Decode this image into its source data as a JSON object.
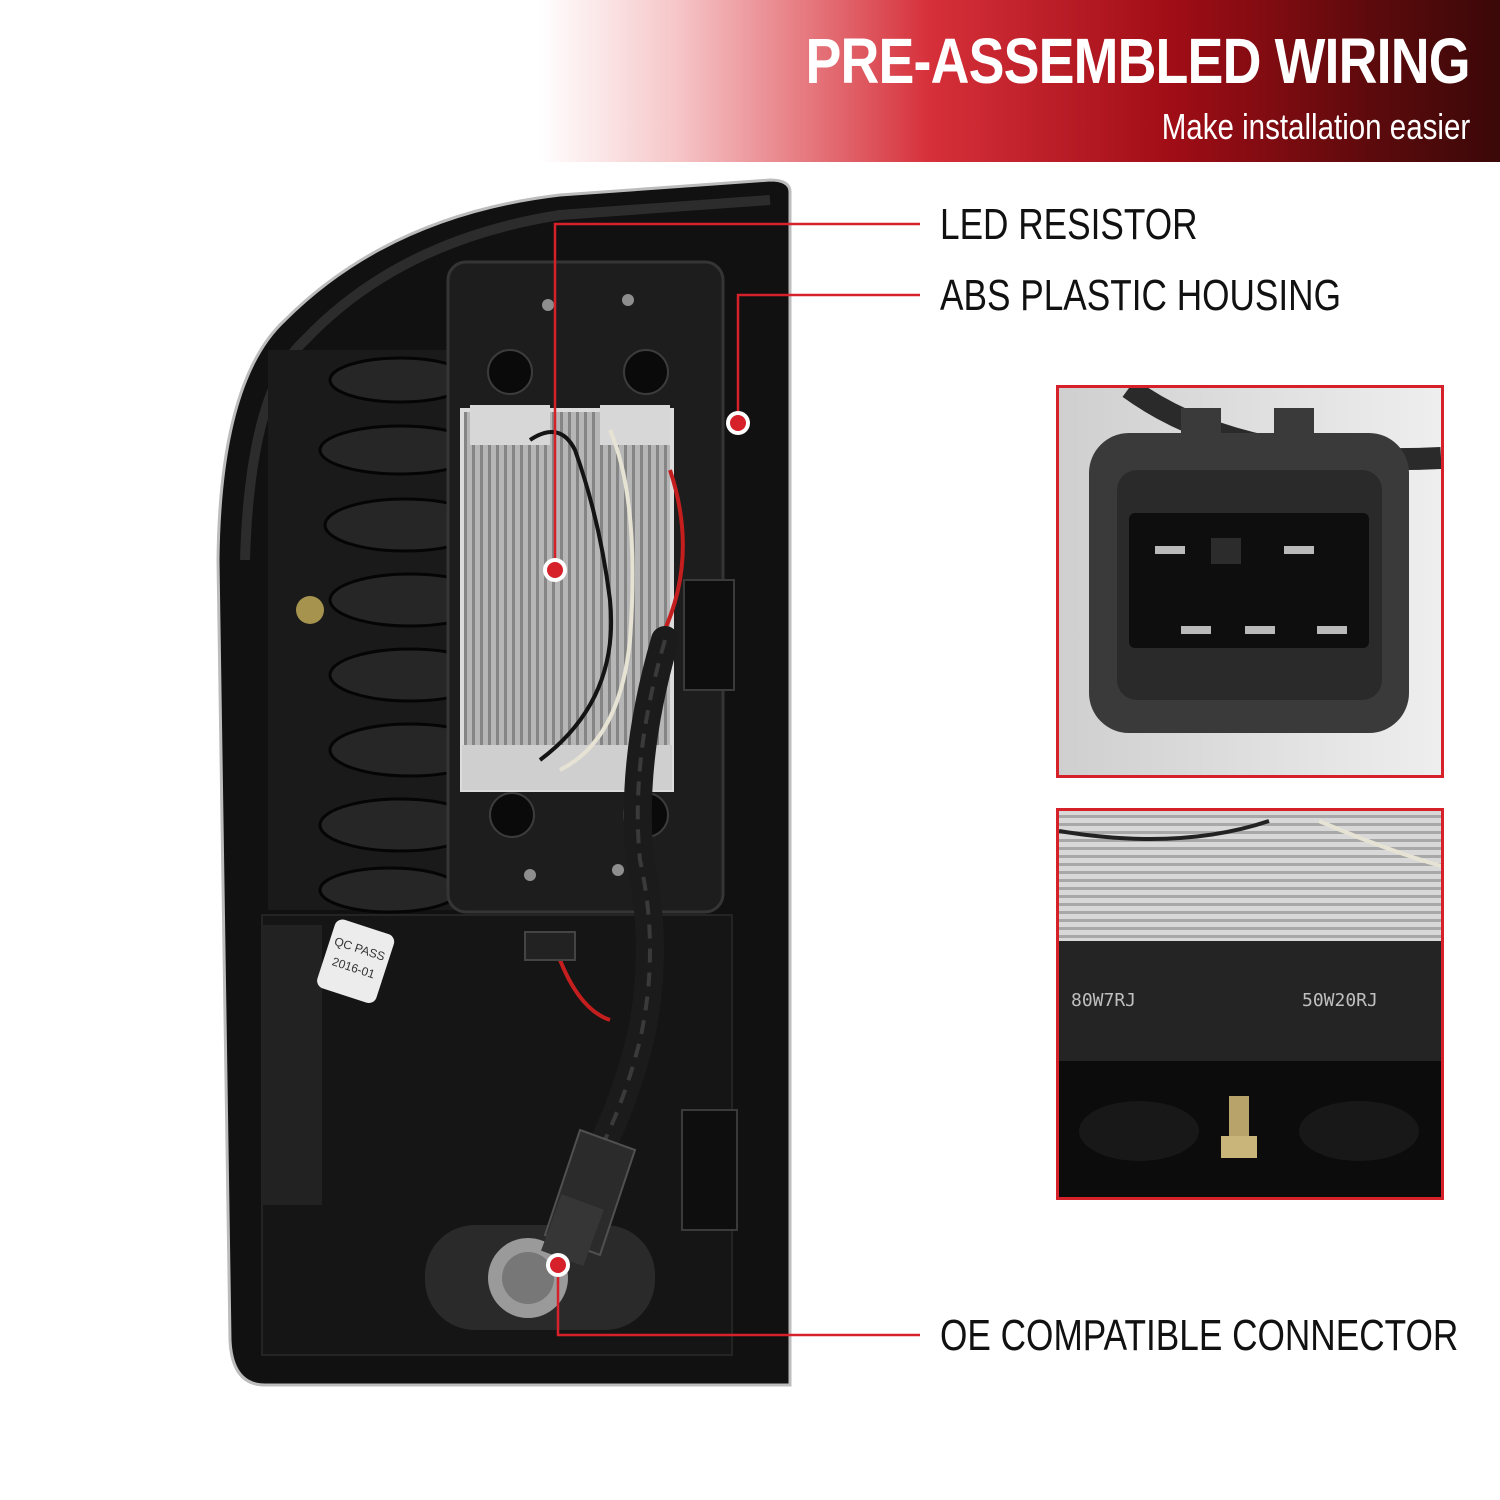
{
  "banner": {
    "title": "PRE-ASSEMBLED WIRING",
    "subtitle": "Make installation easier"
  },
  "callouts": [
    {
      "label": "LED RESISTOR"
    },
    {
      "label": "ABS PLASTIC HOUSING"
    },
    {
      "label": "OE COMPATIBLE CONNECTOR"
    }
  ],
  "product_markings": {
    "qc_sticker_line1": "QC PASS",
    "qc_sticker_line2": "2016-01",
    "resistor_code_1": "80W7RJ",
    "resistor_code_2": "50W20RJ"
  },
  "colors": {
    "accent_red": "#d6202a",
    "banner_dark": "#5a0a0c",
    "housing_black": "#141414"
  }
}
